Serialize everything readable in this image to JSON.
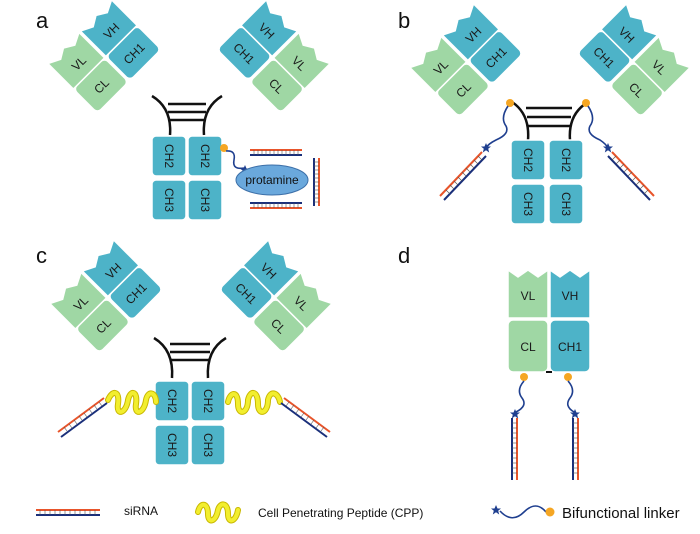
{
  "panels": {
    "a": "a",
    "b": "b",
    "c": "c",
    "d": "d"
  },
  "domains": {
    "vh": "VH",
    "vl": "VL",
    "ch1": "CH1",
    "cl": "CL",
    "ch2": "CH2",
    "ch3": "CH3"
  },
  "protamine_label": "protamine",
  "legend": {
    "sirna": "siRNA",
    "cpp": "Cell Penetrating Peptide (CPP)",
    "linker": "Bifunctional linker"
  },
  "colors": {
    "heavy_chain": "#4db3c8",
    "light_chain": "#9fd7a4",
    "protamine": "#6aa8dc",
    "linker_dot": "#f5a623",
    "linker_star": "#1f3f8f",
    "sirna_strand_a": "#1a2f7a",
    "sirna_strand_b": "#e8542a",
    "cpp_helix": "#f2ee2e"
  }
}
